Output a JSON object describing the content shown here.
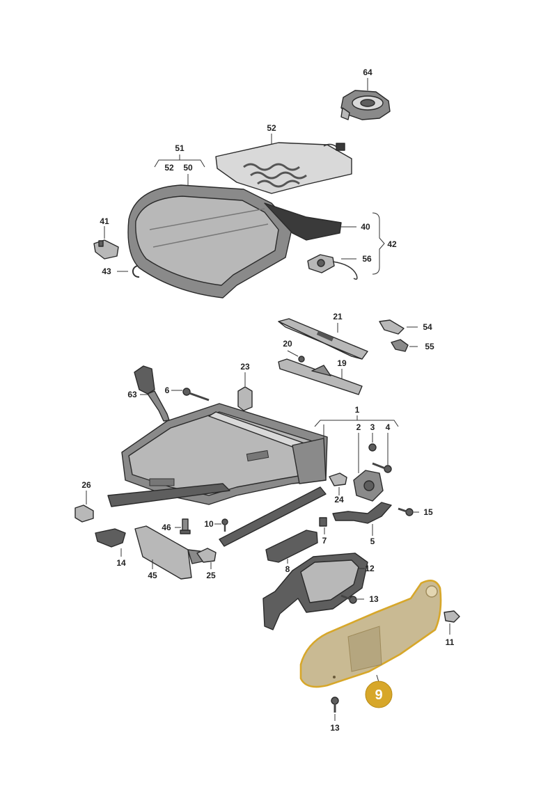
{
  "labels": {
    "p64": "64",
    "p52_top": "52",
    "p51": "51",
    "p52_sub": "52",
    "p50": "50",
    "p41": "41",
    "p43": "43",
    "p40": "40",
    "p42": "42",
    "p56": "56",
    "p21": "21",
    "p54": "54",
    "p55": "55",
    "p20": "20",
    "p19": "19",
    "p23": "23",
    "p6": "6",
    "p63": "63",
    "p1": "1",
    "p2": "2",
    "p3": "3",
    "p4": "4",
    "p26": "26",
    "p24": "24",
    "p15": "15",
    "p46": "46",
    "p10": "10",
    "p7": "7",
    "p5": "5",
    "p14": "14",
    "p45": "45",
    "p25": "25",
    "p8": "8",
    "p12": "12",
    "p13_mid": "13",
    "p11": "11",
    "p13_bot": "13"
  },
  "highlight": {
    "label": "9",
    "color": "#d7a72a"
  },
  "colors": {
    "line": "#333333",
    "part_dark": "#3a3a3a",
    "part_light": "#d9d9d9",
    "highlight_fill": "#c9ba93"
  }
}
